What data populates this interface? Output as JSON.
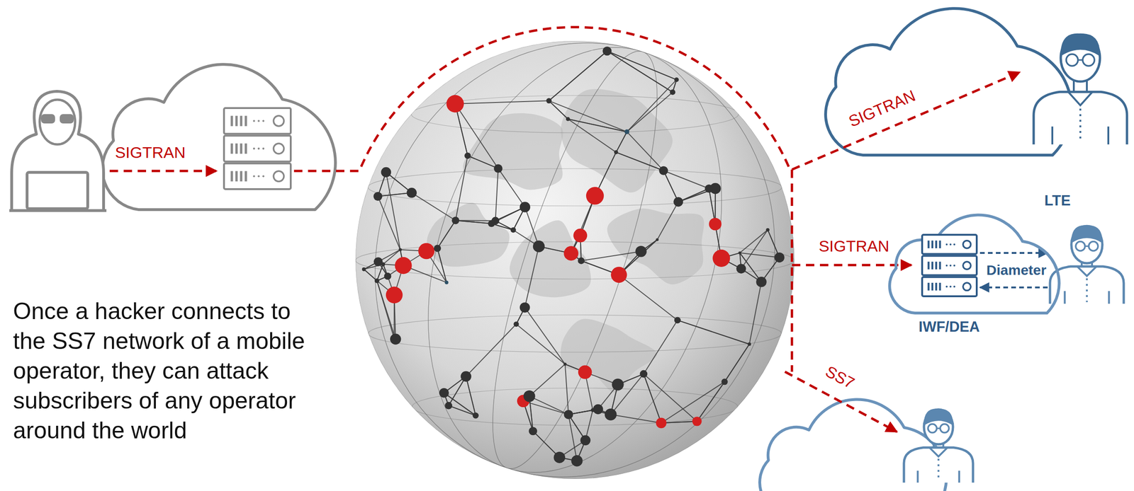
{
  "diagram": {
    "caption": "Once a hacker connects to the SS7 network of a mobile operator, they can attack subscribers of any operator around the world",
    "nodes": [
      {
        "text": [
          "LTE"
        ]
      },
      {
        "text": [
          "IWF/DEA"
        ],
        "in": 0
      }
    ],
    "labels": [
      "SIGTRAN",
      "SIGTRAN",
      "SIGTRAN",
      "Diameter",
      "SS7"
    ]
  }
}
